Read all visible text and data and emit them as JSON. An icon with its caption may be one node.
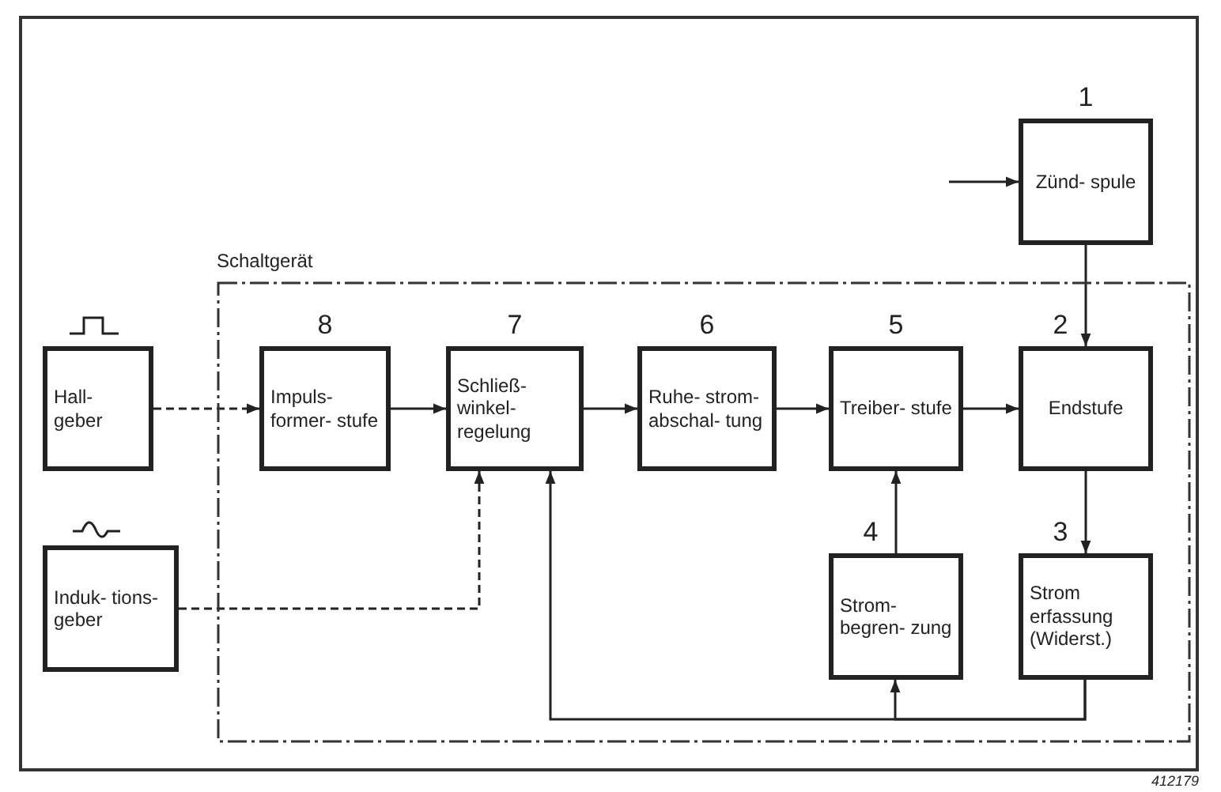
{
  "diagram": {
    "nodes": [
      {
        "text": [
          "Schaltgerät"
        ]
      },
      {
        "text": [
          "Hall- geber"
        ]
      },
      {
        "text": [
          "Induk- tions- geber"
        ]
      },
      {
        "text": [
          "Impuls- former- stufe"
        ],
        "beside": [
          "8"
        ],
        "in": 0
      },
      {
        "text": [
          "Schließ- winkel- regelung"
        ],
        "beside": [
          "7"
        ],
        "in": 0
      },
      {
        "text": [
          "Ruhe- strom- abschal- tung"
        ],
        "beside": [
          "6"
        ],
        "in": 0
      },
      {
        "text": [
          "Treiber- stufe"
        ],
        "beside": [
          "5"
        ],
        "in": 0
      },
      {
        "text": [
          "Endstufe"
        ],
        "beside": [
          "2"
        ],
        "in": 0
      },
      {
        "text": [
          "Strom- begren- zung"
        ],
        "beside": [
          "4"
        ],
        "in": 0
      },
      {
        "text": [
          "Strom erfassung (Widerst.)"
        ],
        "beside": [
          "3"
        ],
        "in": 0
      },
      {
        "text": [
          "Zünd- spule"
        ],
        "beside": [
          "1"
        ]
      }
    ],
    "edges": [
      {
        "from": 1,
        "to": 3,
        "arrow": "to",
        "style": "dashed"
      },
      {
        "from": 2,
        "to": 4,
        "arrow": "to",
        "style": "dashed"
      },
      {
        "from": 3,
        "to": 4,
        "arrow": "to"
      },
      {
        "from": 4,
        "to": 5,
        "arrow": "to"
      },
      {
        "from": 5,
        "to": 6,
        "arrow": "to"
      },
      {
        "from": 6,
        "to": 7,
        "arrow": "to"
      },
      {
        "from": null,
        "to": 10,
        "arrow": "to"
      },
      {
        "from": 10,
        "to": 7,
        "arrow": "to"
      },
      {
        "from": 7,
        "to": 9,
        "arrow": "to"
      },
      {
        "from": 8,
        "to": 6,
        "arrow": "to"
      },
      {
        "from": 9,
        "to": 8,
        "arrow": "to"
      },
      {
        "from": 9,
        "to": 4,
        "arrow": "to"
      }
    ],
    "labels": [
      "412179"
    ]
  }
}
